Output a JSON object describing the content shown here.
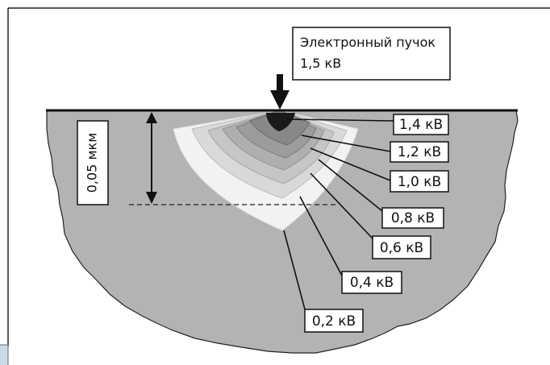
{
  "title": {
    "line1": "Электронный пучок",
    "line2": "1,5 кВ"
  },
  "depth_label": "0,05 мкм",
  "energy_labels": [
    "1,4 кВ",
    "1,2 кВ",
    "1,0 кВ",
    "0,8 кВ",
    "0,6 кВ",
    "0,4 кВ",
    "0,2 кВ"
  ],
  "colors": {
    "sample": "#b3b3b3",
    "zone_outer": "#f2f2f2",
    "zone_2": "#d9d9d9",
    "zone_3": "#c6c6c6",
    "zone_4": "#afafaf",
    "zone_5": "#9c9c9c",
    "zone_6": "#888888",
    "zone_core": "#1a1a1a",
    "line": "#111111"
  }
}
